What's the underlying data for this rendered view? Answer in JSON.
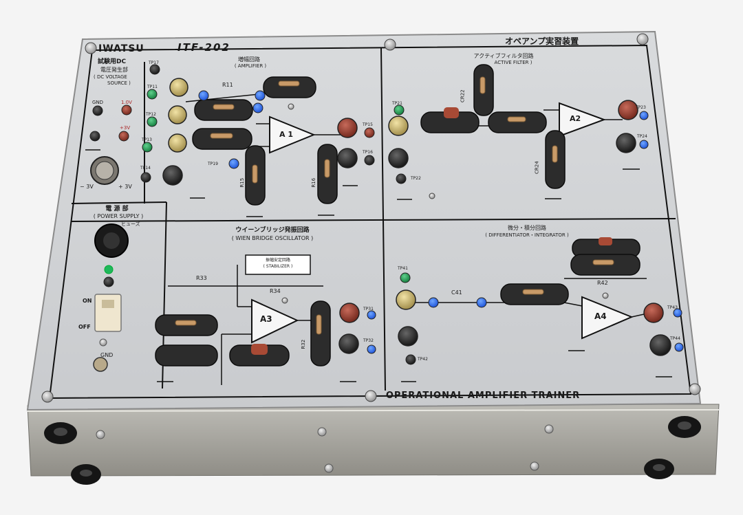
{
  "brand": "IWATSU",
  "model": "ITF-202",
  "title_jp": "オペアンプ実習装置",
  "footer": "OPERATIONAL AMPLIFIER TRAINER",
  "dc_source": {
    "title_jp": "試験用DC",
    "title_jp2": "電圧発生部",
    "title_en": "( DC VOLTAGE",
    "title_en2": "SOURCE )",
    "gnd": "GND",
    "pos_fixed": "1.0V",
    "pos3": "+3V",
    "neg_range": "− 3V",
    "pos_range": "+ 3V"
  },
  "power": {
    "title_jp": "電 源 部",
    "title_en": "( POWER SUPPLY )",
    "fuse": "ヒューズ",
    "on": "ON",
    "off": "OFF",
    "gnd": "GND"
  },
  "amplifier": {
    "title_jp": "増幅回路",
    "title_en": "( AMPLIFIER )",
    "opamp": "A 1",
    "r11": "R11",
    "r15": "R15",
    "r16": "R16",
    "tp": [
      "TP17",
      "TP11",
      "TP12",
      "TP13",
      "TP14",
      "TP15",
      "TP16",
      "TP19"
    ]
  },
  "active_filter": {
    "title_jp": "アクティブフィルタ回路",
    "title_en": "ACTIVE FILTER )",
    "opamp": "A2",
    "cr22": "CR22",
    "cr24": "CR24",
    "tp": [
      "TP21",
      "TP22",
      "TP23",
      "TP24"
    ]
  },
  "wien": {
    "title_jp": "ウイーンブリッジ発振回路",
    "title_en": "( WIEN BRIDGE OSCILLATOR )",
    "stabilizer_jp": "振幅安定回路",
    "stabilizer_en": "( STABILIZER )",
    "opamp": "A3",
    "r33": "R33",
    "r34": "R34",
    "r32": "R32",
    "tp": [
      "TP31",
      "TP32"
    ]
  },
  "diff_int": {
    "title_jp": "微分・積分回路",
    "title_en": "( DIFFERENTIATOR・INTEGRATOR )",
    "opamp": "A4",
    "c41": "C41",
    "r42": "R42",
    "tp": [
      "TP41",
      "TP42",
      "TP43",
      "TP44"
    ]
  }
}
